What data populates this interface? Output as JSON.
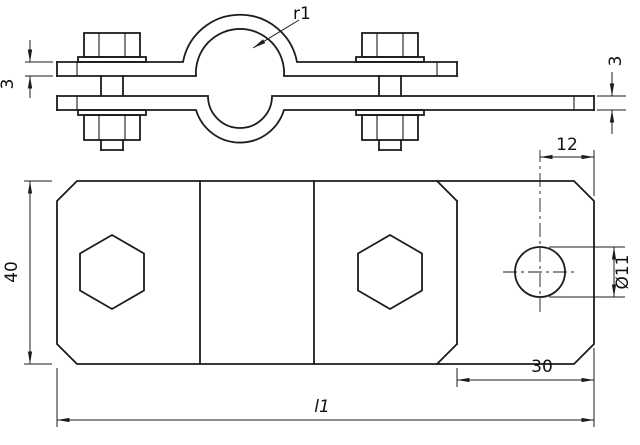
{
  "colors": {
    "line": "#1c1c1c",
    "background": "#ffffff"
  },
  "labels": {
    "radius": "r1",
    "thickness_top": "3",
    "thickness_tail": "3",
    "hole_offset": "12",
    "plate_width": "40",
    "hole_diameter": "Ø11",
    "tail_length": "30",
    "overall_length": "l1"
  }
}
